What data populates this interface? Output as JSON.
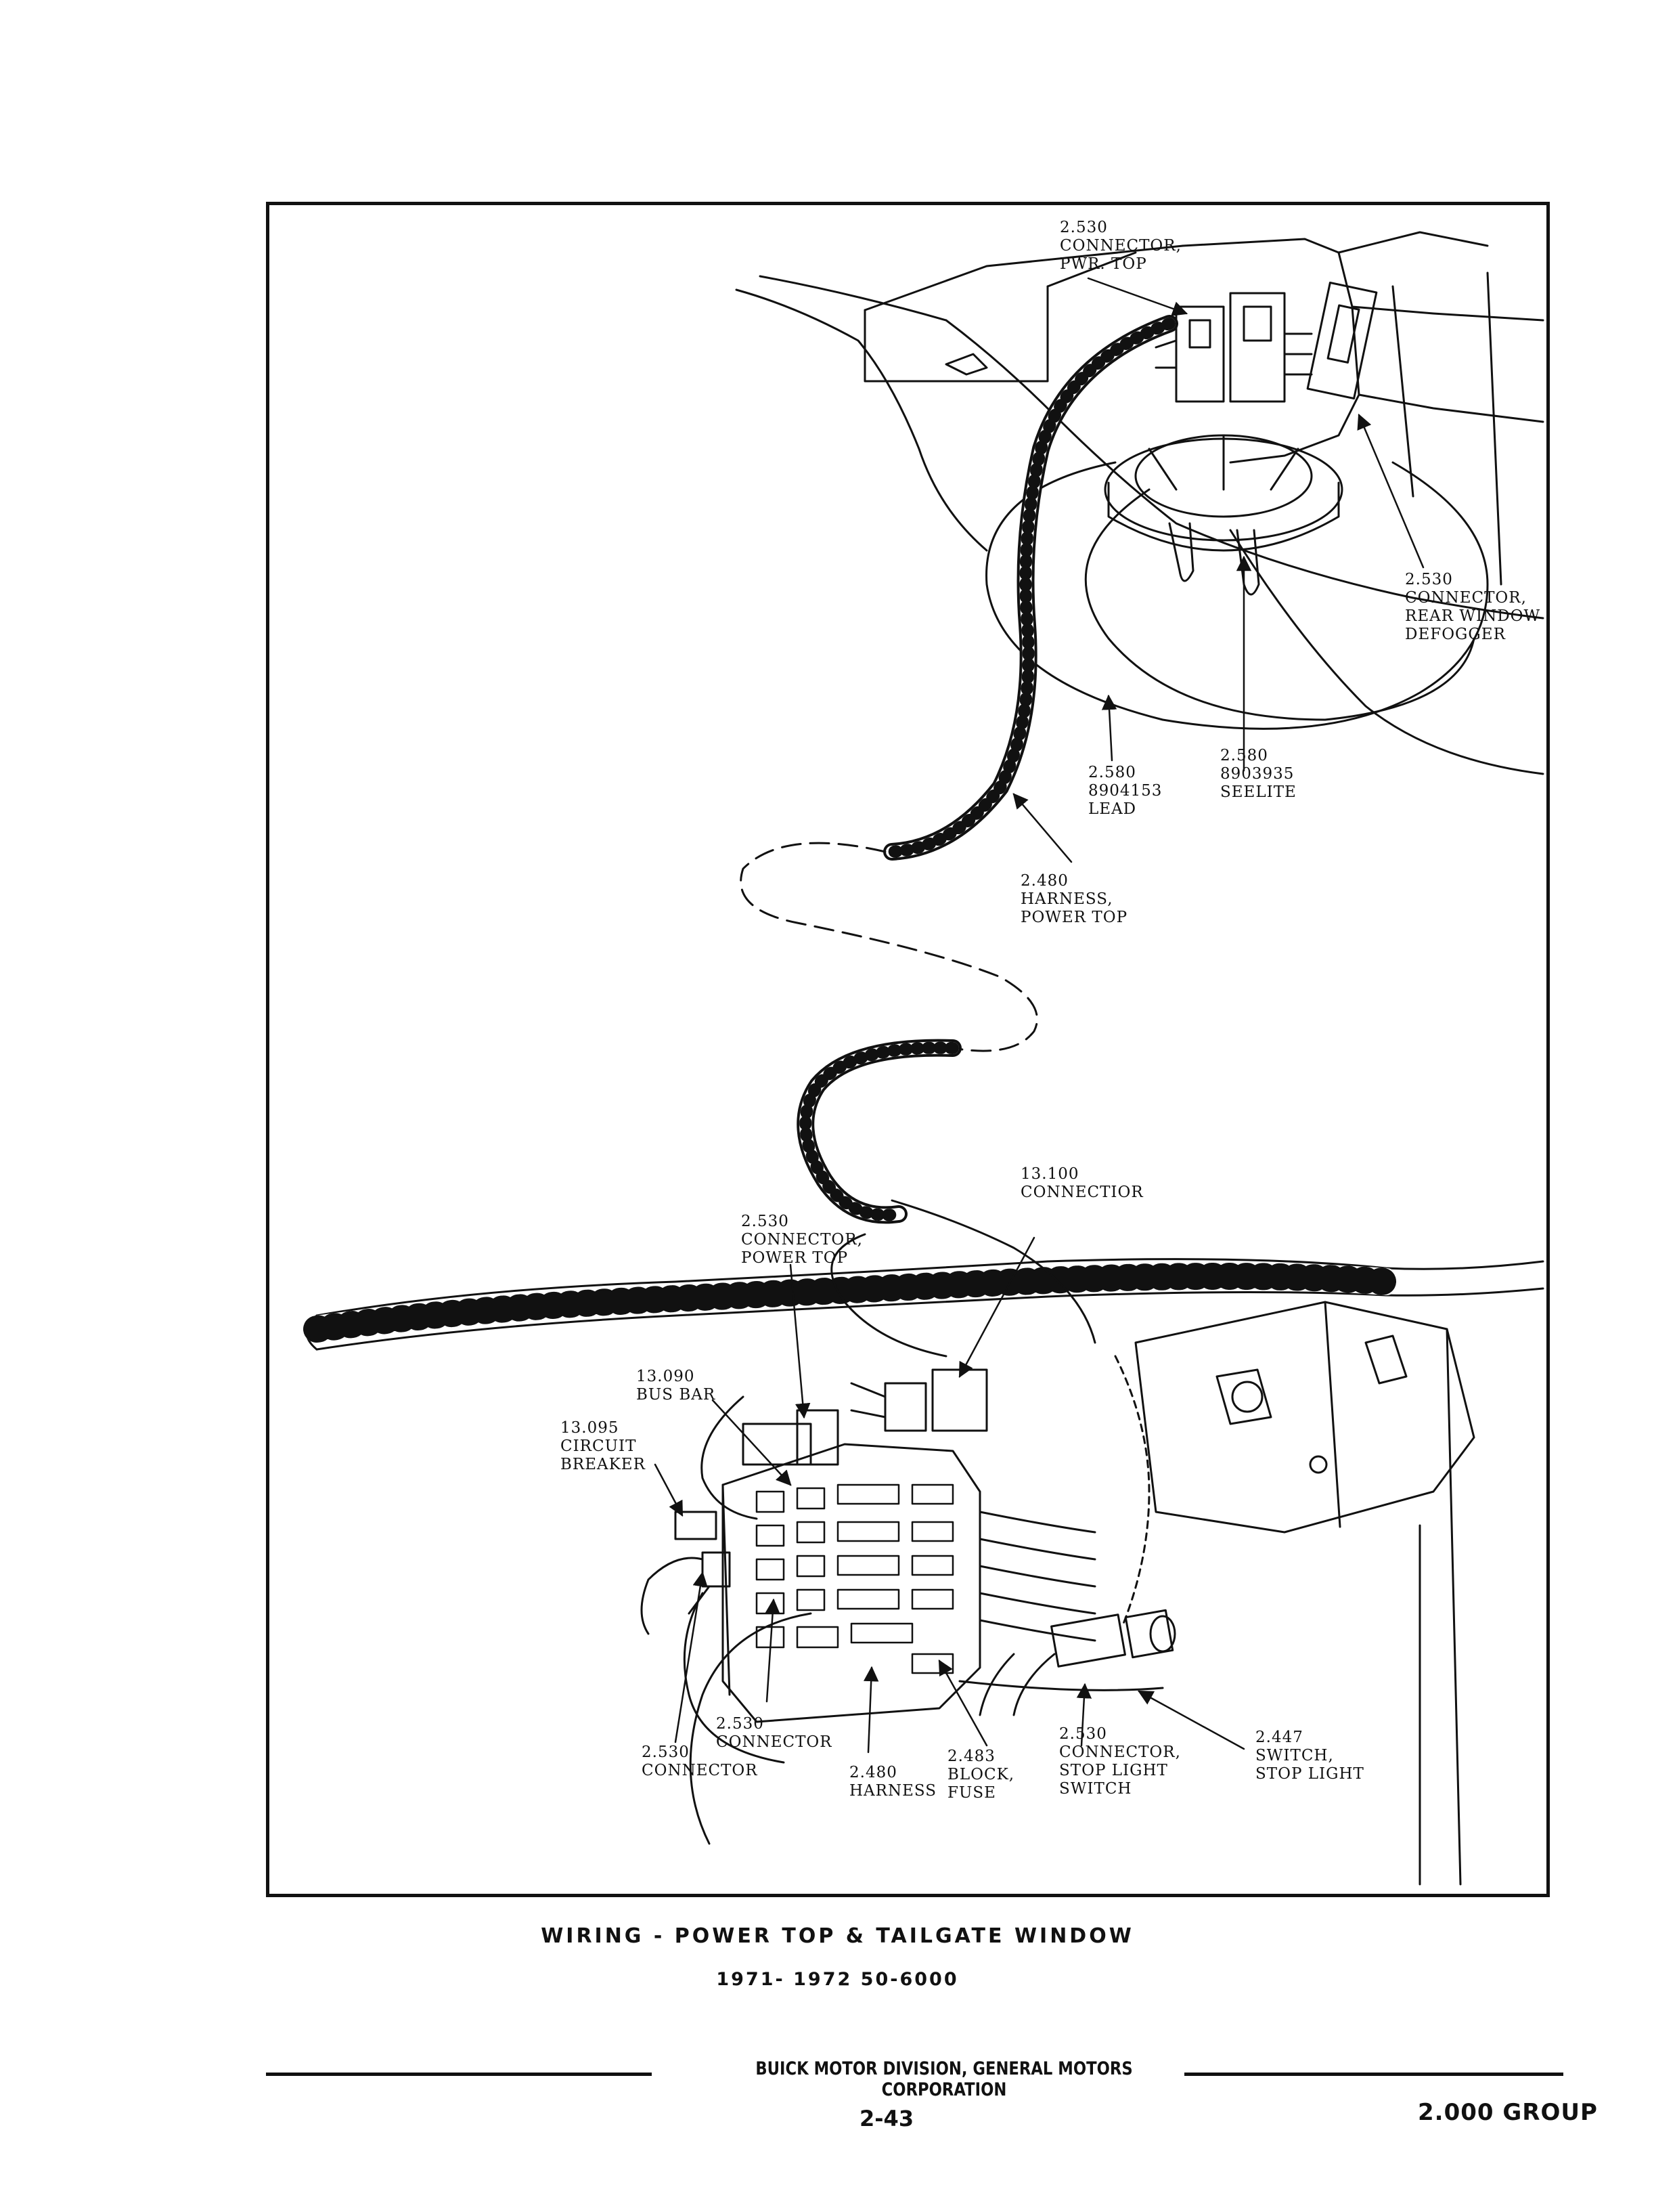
{
  "labels": {
    "connector_pwr_top": "2.530\nCONNECTOR,\nPWR. TOP",
    "connector_rear_defogger": "2.530\nCONNECTOR,\nREAR WINDOW\nDEFOGGER",
    "lead_8904153": "2.580\n8904153\nLEAD",
    "seelite_8903935": "2.580\n8903935\nSEELITE",
    "harness_power_top": "2.480\nHARNESS,\nPOWER TOP",
    "connector_13100": "13.100\nCONNECTIOR",
    "connector_power_top": "2.530\nCONNECTOR,\nPOWER TOP",
    "bus_bar": "13.090\nBUS BAR",
    "circuit_breaker": "13.095\nCIRCUIT\nBREAKER",
    "connector_upper": "2.530\nCONNECTOR",
    "connector_lower": "2.530\nCONNECTOR",
    "harness_2480": "2.480\nHARNESS",
    "fuse_block": "2.483\nBLOCK,\nFUSE",
    "connector_stop_light_switch": "2.530\nCONNECTOR,\nSTOP LIGHT\nSWITCH",
    "stop_light_switch": "2.447\nSWITCH,\nSTOP LIGHT"
  },
  "caption": {
    "title": "WIRING - POWER TOP & TAILGATE WINDOW",
    "subtitle": "1971- 1972  50-6000"
  },
  "footer": {
    "company": "BUICK MOTOR DIVISION, GENERAL MOTORS CORPORATION",
    "page_number": "2-43",
    "group": "2.000 GROUP"
  }
}
